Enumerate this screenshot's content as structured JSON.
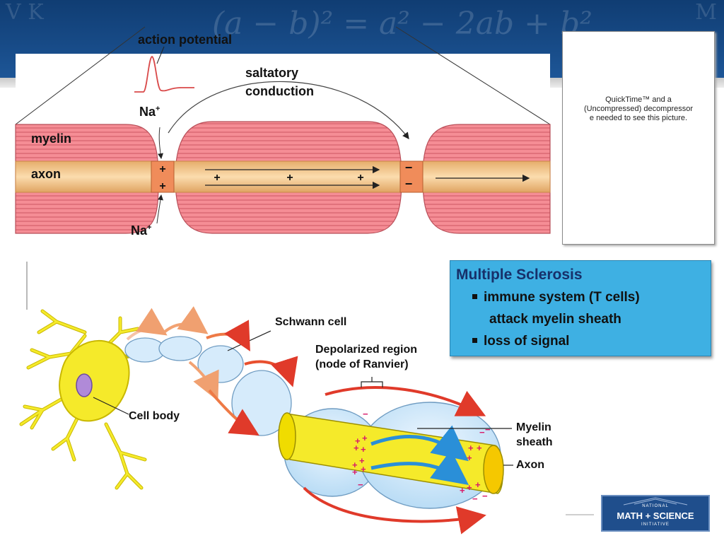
{
  "header": {
    "formula": "(a − b)² = a² − 2ab + b²",
    "corner_left": "V K",
    "corner_right": "M"
  },
  "saltatory_diagram": {
    "action_potential_label": "action potential",
    "saltatory_label_line1": "saltatory",
    "saltatory_label_line2": "conduction",
    "na_top": "Na",
    "na_bottom": "Na",
    "na_superscript": "+",
    "myelin_label": "myelin",
    "axon_label": "axon",
    "node1_charges": [
      "+",
      "+"
    ],
    "inner_charges": [
      "+",
      "+",
      "+"
    ],
    "node2_charges": [
      "−",
      "−"
    ]
  },
  "quicktime_placeholder": {
    "line1": "QuickTime™ and a",
    "line2": "(Uncompressed) decompressor",
    "line3": "e needed to see this picture."
  },
  "ms_box": {
    "title": "Multiple Sclerosis",
    "bullets": [
      "immune system (T cells)",
      "attack myelin sheath",
      "loss of signal"
    ]
  },
  "neuron_diagram": {
    "schwann_cell": "Schwann cell",
    "depolarized_line1": "Depolarized region",
    "depolarized_line2": "(node of Ranvier)",
    "cell_body": "Cell body",
    "myelin_sheath_line1": "Myelin",
    "myelin_sheath_line2": "sheath",
    "axon": "Axon"
  },
  "logo": {
    "top": "NATIONAL",
    "middle": "MATH + SCIENCE",
    "bottom": "INITIATIVE"
  },
  "colors": {
    "band": "#174a86",
    "myelin": "#f07a83",
    "axon": "#f3c98d",
    "node": "#f08c5a",
    "ms_box": "#3eb0e3",
    "ms_title": "#17306a",
    "neuron_yellow": "#f5ea2a",
    "sheath_blue": "#d6ebfb",
    "impulse_red": "#e03a2a",
    "charge_magenta": "#d81b6a"
  }
}
